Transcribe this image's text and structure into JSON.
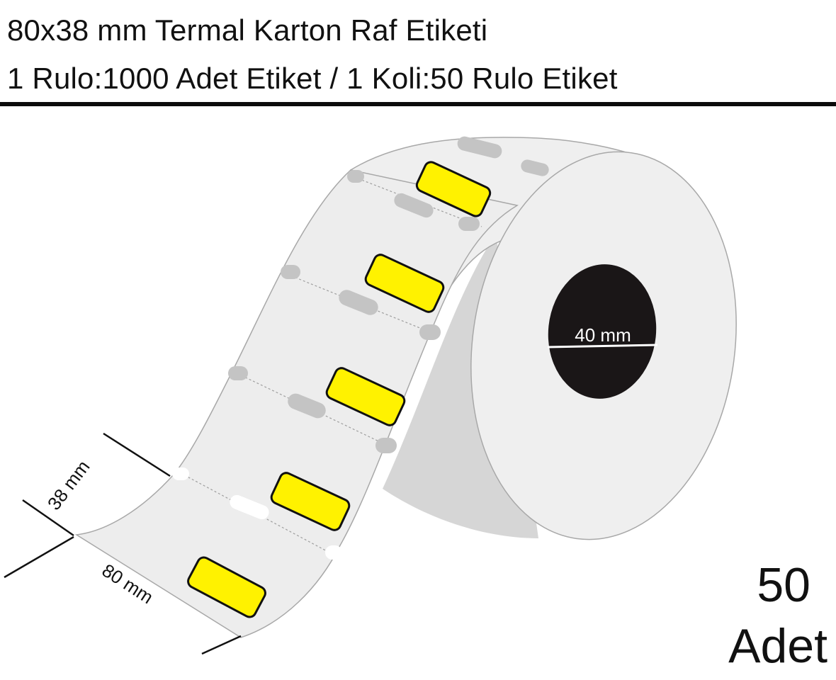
{
  "header": {
    "title": "80x38 mm Termal Karton Raf Etiketi",
    "subtitle": "1 Rulo:1000 Adet Etiket / 1 Koli:50 Rulo Etiket"
  },
  "diagram": {
    "core_label": "40 mm",
    "height_label": "38 mm",
    "width_label": "80 mm",
    "label_color": "#fff200",
    "roll_color": "#efefef",
    "core_color": "#1a1617",
    "visible_labels": 5
  },
  "quantity": {
    "number": "50",
    "unit": "Adet"
  }
}
